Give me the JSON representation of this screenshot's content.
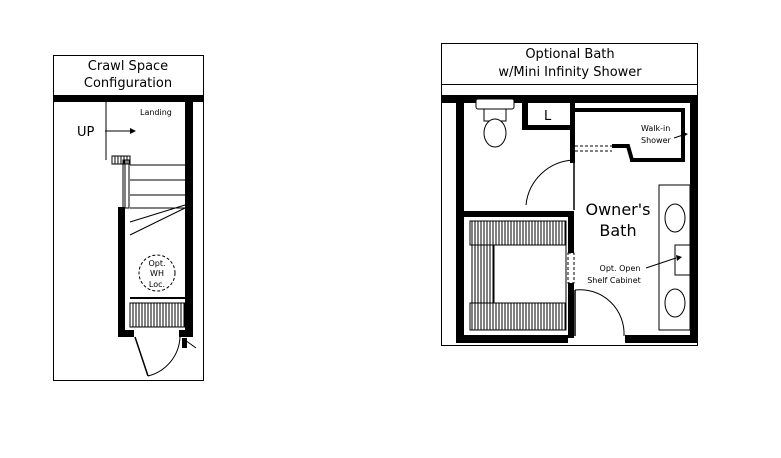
{
  "left_plan": {
    "title_line1": "Crawl Space",
    "title_line2": "Configuration",
    "up_label": "UP",
    "landing_label": "Landing",
    "wh_line1": "Opt.",
    "wh_line2": "WH",
    "wh_line3": "Loc."
  },
  "right_plan": {
    "title_line1": "Optional Bath",
    "title_line2": "w/Mini Infinity Shower",
    "linen_label": "L",
    "shower_line1": "Walk-in",
    "shower_line2": "Shower",
    "room_line1": "Owner's",
    "room_line2": "Bath",
    "cabinet_line1": "Opt. Open",
    "cabinet_line2": "Shelf Cabinet"
  }
}
